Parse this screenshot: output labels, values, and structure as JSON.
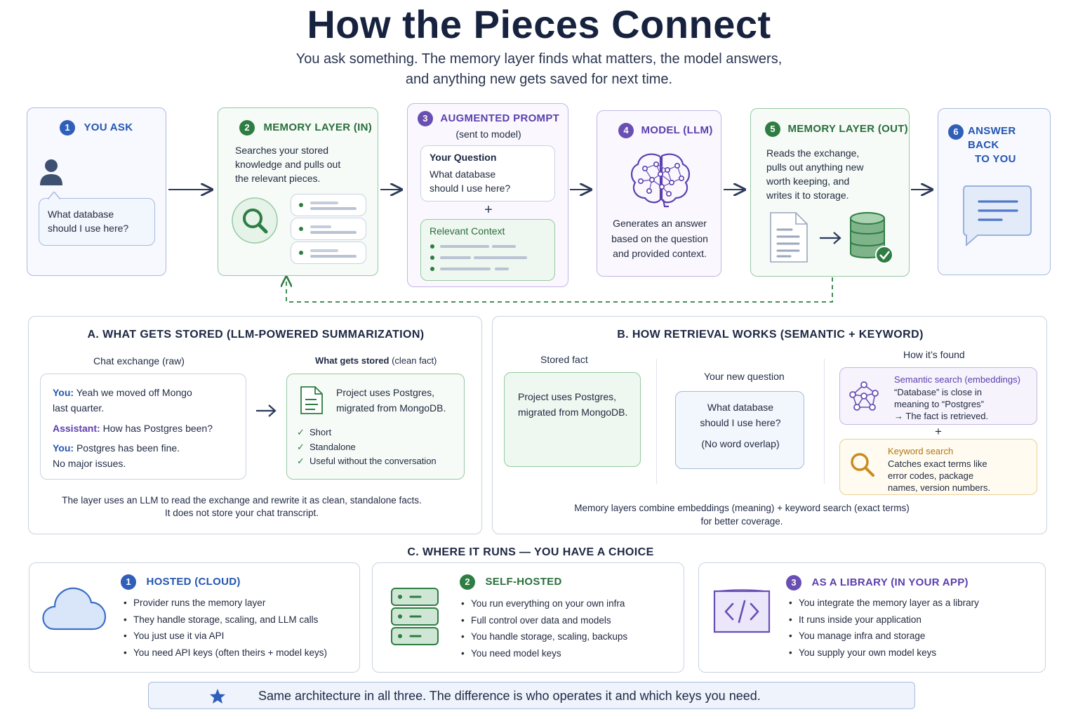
{
  "header": {
    "title": "How the Pieces Connect",
    "subtitle_line1": "You ask something. The memory layer finds what matters, the model answers,",
    "subtitle_line2": "and anything new gets saved for next time."
  },
  "flow": {
    "steps": [
      {
        "num": "1",
        "title": "YOU ASK",
        "bubble_line1": "What database",
        "bubble_line2": "should I use here?",
        "icons": [
          "user-icon",
          "speech-bubble-icon"
        ]
      },
      {
        "num": "2",
        "title": "MEMORY LAYER (IN)",
        "text_line1": "Searches your stored",
        "text_line2": "knowledge and pulls out",
        "text_line3": "the relevant pieces.",
        "icons": [
          "magnifier-icon",
          "document-list-icon"
        ]
      },
      {
        "num": "3",
        "title": "AUGMENTED PROMPT",
        "subtitle": "(sent to model)",
        "question_label": "Your Question",
        "question_line1": "What database",
        "question_line2": "should I use here?",
        "plus": "+",
        "context_label": "Relevant Context"
      },
      {
        "num": "4",
        "title": "MODEL (LLM)",
        "text_line1": "Generates an answer",
        "text_line2": "based on the question",
        "text_line3": "and provided context.",
        "icons": [
          "brain-network-icon"
        ]
      },
      {
        "num": "5",
        "title": "MEMORY LAYER (OUT)",
        "text_line1": "Reads the exchange,",
        "text_line2": "pulls out anything new",
        "text_line3": "worth keeping, and",
        "text_line4": "writes it to storage.",
        "icons": [
          "document-icon",
          "arrow-right-icon",
          "database-check-icon"
        ]
      },
      {
        "num": "6",
        "title_line1": "ANSWER BACK",
        "title_line2": "TO YOU",
        "icons": [
          "chat-bubble-icon"
        ]
      }
    ]
  },
  "section_a": {
    "title": "A. WHAT GETS STORED (LLM-POWERED SUMMARIZATION)",
    "raw_label": "Chat exchange (raw)",
    "stored_label_bold": "What gets stored",
    "stored_label_rest": " (clean fact)",
    "chat": [
      {
        "speaker": "You:",
        "line1": "Yeah we moved off Mongo",
        "line2": "last quarter."
      },
      {
        "speaker": "Assistant:",
        "line1": "How has Postgres been?"
      },
      {
        "speaker": "You:",
        "line1": "Postgres has been fine.",
        "line2": "No major issues."
      }
    ],
    "fact_line1": "Project uses Postgres,",
    "fact_line2": "migrated from MongoDB.",
    "checks": [
      "Short",
      "Standalone",
      "Useful without the conversation"
    ],
    "footer_line1": "The layer uses an LLM to read the exchange and rewrite it as clean, standalone facts.",
    "footer_line2": "It does not store your chat transcript."
  },
  "section_b": {
    "title": "B. HOW RETRIEVAL WORKS (SEMANTIC + KEYWORD)",
    "stored_label": "Stored fact",
    "stored_line1": "Project uses Postgres,",
    "stored_line2": "migrated from MongoDB.",
    "question_label": "Your new question",
    "question_line1": "What database",
    "question_line2": "should I use here?",
    "question_note": "(No word overlap)",
    "found_label": "How it’s found",
    "semantic_title": "Semantic search (embeddings)",
    "semantic_line1": "“Database” is close in",
    "semantic_line2": "meaning to “Postgres”",
    "semantic_line3": "→ The fact is retrieved.",
    "plus": "+",
    "keyword_title": "Keyword search",
    "keyword_line1": "Catches exact terms like",
    "keyword_line2": "error codes, package",
    "keyword_line3": "names, version numbers.",
    "footer_line1": "Memory layers combine embeddings (meaning) + keyword search (exact terms)",
    "footer_line2": "for better coverage."
  },
  "section_c": {
    "title": "C. WHERE IT RUNS — YOU HAVE A CHOICE",
    "options": [
      {
        "num": "1",
        "title": "HOSTED (CLOUD)",
        "icon": "cloud-icon",
        "bullets": [
          "Provider runs the memory layer",
          "They handle storage, scaling, and LLM calls",
          "You just use it via API",
          "You need API keys (often theirs + model keys)"
        ]
      },
      {
        "num": "2",
        "title": "SELF-HOSTED",
        "icon": "server-icon",
        "bullets": [
          "You run everything on your own infra",
          "Full control over data and models",
          "You handle storage, scaling, backups",
          "You need model keys"
        ]
      },
      {
        "num": "3",
        "title": "AS A LIBRARY (IN YOUR APP)",
        "icon": "code-window-icon",
        "bullets": [
          "You integrate the memory layer as a library",
          "It runs inside your application",
          "You manage infra and storage",
          "You supply your own model keys"
        ]
      }
    ]
  },
  "footer": {
    "note": "Same architecture in all three. The difference is who operates it and which keys you need.",
    "icon": "star-icon"
  },
  "colors": {
    "blue": "#2f5fb8",
    "green": "#2e7d43",
    "purple": "#6a4fb3",
    "orange": "#c98a1e",
    "navy": "#17223f"
  }
}
